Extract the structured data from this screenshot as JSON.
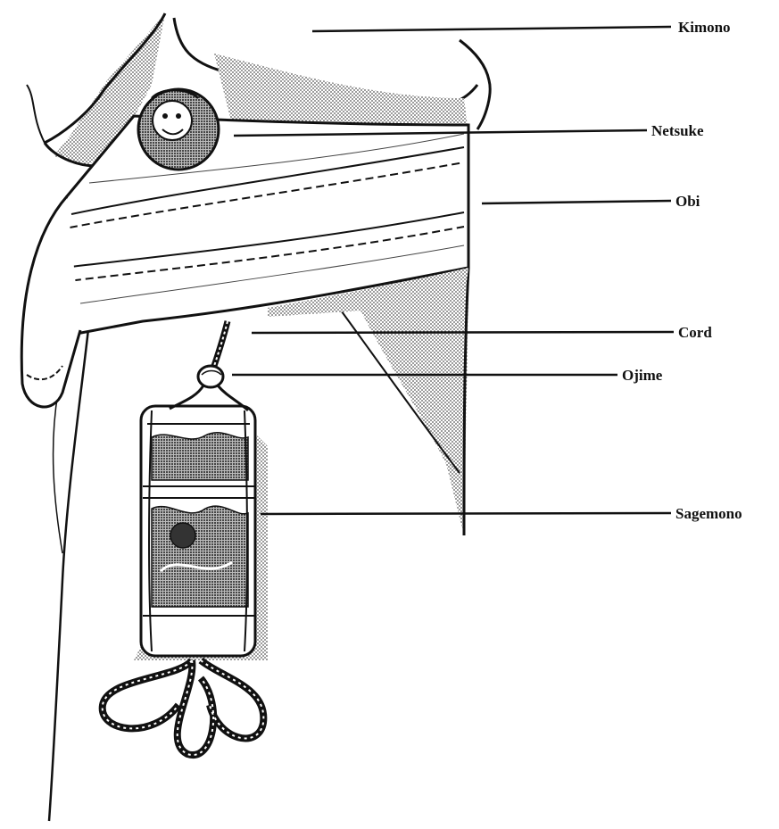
{
  "labels": {
    "kimono": "Kimono",
    "netsuke": "Netsuke",
    "obi": "Obi",
    "cord": "Cord",
    "ojime": "Ojime",
    "sagemono": "Sagemono"
  },
  "colors": {
    "ink": "#111111",
    "shade": "#9a9a9a",
    "paper": "#ffffff"
  }
}
